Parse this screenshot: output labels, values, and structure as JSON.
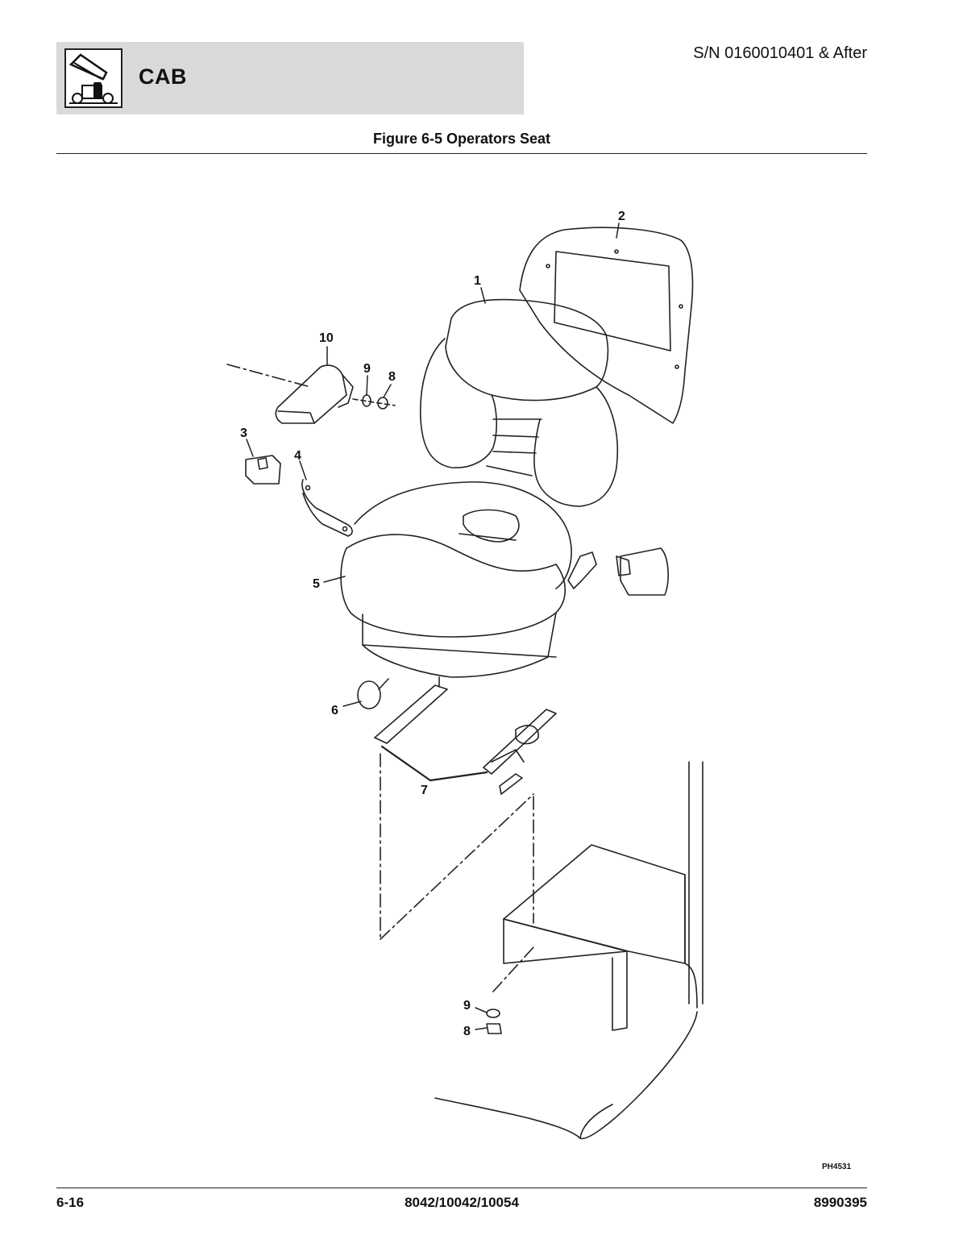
{
  "header": {
    "section_title": "CAB",
    "serial_range": "S/N 0160010401 & After",
    "logo_icon": "telehandler-icon"
  },
  "figure": {
    "title": "Figure 6-5 Operators Seat",
    "reference_code": "PH4531",
    "callouts": [
      "1",
      "2",
      "3",
      "4",
      "5",
      "6",
      "7",
      "8",
      "9",
      "10",
      "9",
      "8"
    ]
  },
  "footer": {
    "page_number": "6-16",
    "models": "8042/10042/10054",
    "part_number": "8990395"
  }
}
